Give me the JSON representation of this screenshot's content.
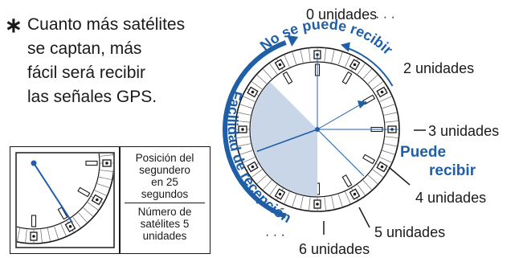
{
  "note": {
    "asterisk": "∗",
    "lines": [
      "Cuanto más satélites",
      "se captan, más",
      "fácil será recibir",
      "las señales GPS."
    ]
  },
  "inset": {
    "caption_lines": [
      "Posición del",
      "segundero",
      "en 25",
      "segundos",
      "Número de",
      "satélites 5",
      "unidades"
    ],
    "second_hand_seconds": 25,
    "satellites": 5
  },
  "dial": {
    "labels": {
      "u0": "0 unidades",
      "u2": "2 unidades",
      "u3": "3 unidades",
      "u4": "4 unidades",
      "u5": "5 unidades",
      "u6": "6 unidades"
    },
    "no_receive": "No se puede recibir",
    "can_receive_1": "Puede",
    "can_receive_2": "recibir",
    "ease": "Facilidad de recepción",
    "dots": "· · ·"
  },
  "colors": {
    "accent": "#1f5fa8",
    "shade": "#c8d6e8",
    "ink": "#1a1a1a"
  }
}
